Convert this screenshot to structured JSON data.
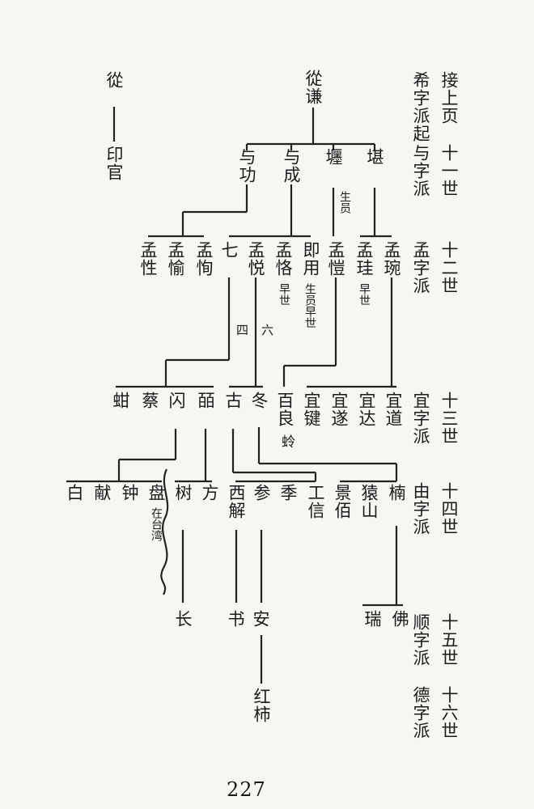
{
  "gens": {
    "g_top": "接上页",
    "g_top_note": "希字派起",
    "g11": "十一世",
    "g11_pai": "与字派",
    "g12": "十二世",
    "g12_pai": "孟字派",
    "g13": "十三世",
    "g13_pai": "宜字派",
    "g14": "十四世",
    "g14_pai": "由字派",
    "g15": "十五世",
    "g15_pai": "顺字派",
    "g16": "十六世",
    "g16_pai": "德字派"
  },
  "root": {
    "a": "從",
    "a_son": "印官",
    "b": "從谦"
  },
  "g11": {
    "n1": "与功",
    "n2": "与成",
    "n3": "壥",
    "n4": "堪",
    "n3_note": "生员"
  },
  "g12": {
    "n1": "孟性",
    "n2": "孟愉",
    "n3": "孟恂",
    "n4": "七",
    "n5": "孟悦",
    "n6": "孟恪",
    "n7": "即用",
    "n8": "孟愷",
    "n9": "孟珪",
    "n10": "孟琬",
    "note_n6": "早世",
    "note_n7": "生员早世",
    "note_n9": "早世",
    "note_four": "四",
    "note_six": "六"
  },
  "g13": {
    "n1": "蚶",
    "n2": "蔡",
    "n3": "闪",
    "n4": "皕",
    "n5": "古",
    "n6": "冬",
    "n7": "百良",
    "n7_extra": "蛉",
    "n8": "宜键",
    "n9": "宜遂",
    "n10": "宜达",
    "n11": "宜道"
  },
  "g14": {
    "n1": "白",
    "n2": "献",
    "n3": "钟",
    "n4": "盘",
    "n4_note": "在台湾",
    "n5": "树",
    "n6": "方",
    "n7": "西解",
    "n8": "参",
    "n9": "季",
    "n10": "工信",
    "n11": "景佰",
    "n12": "猿山",
    "n13": "楠"
  },
  "g15": {
    "n1": "长",
    "n2": "书",
    "n3": "安",
    "n4": "瑞",
    "n5": "佛"
  },
  "g16": {
    "n1": "红柿"
  },
  "page_number": "227"
}
